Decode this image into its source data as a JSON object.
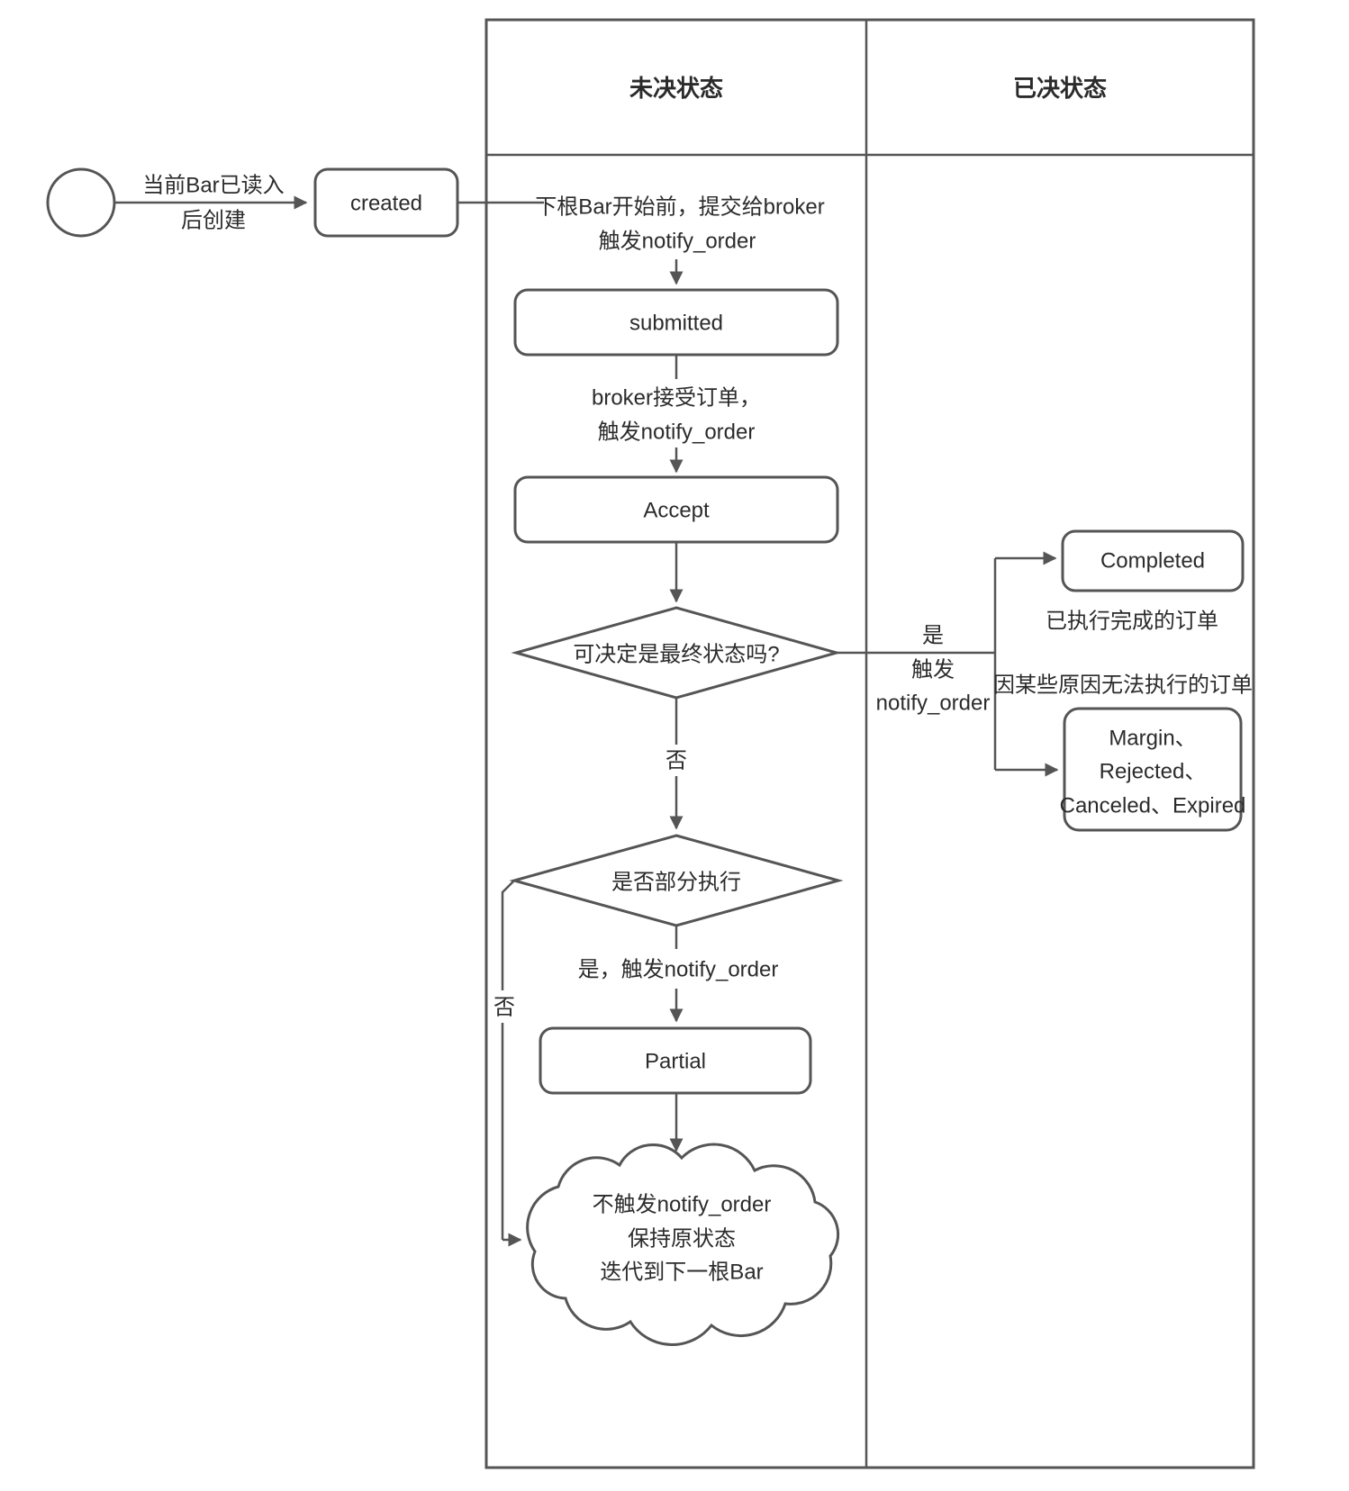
{
  "headers": {
    "pending": "未决状态",
    "decided": "已决状态"
  },
  "start": {
    "line1": "当前Bar已读入",
    "line2": "后创建"
  },
  "nodes": {
    "created": "created",
    "submitted": "submitted",
    "accept": "Accept",
    "partial": "Partial",
    "completed": "Completed",
    "final_group_line1": "Margin、",
    "final_group_line2": "Rejected、",
    "final_group_line3": "Canceled、Expired"
  },
  "decisions": {
    "is_final": "可决定是最终状态吗?",
    "is_partial": "是否部分执行"
  },
  "edge_labels": {
    "submit_line1": "下根Bar开始前，提交给broker",
    "submit_line2": "触发notify_order",
    "accept_line1": "broker接受订单，",
    "accept_line2": "触发notify_order",
    "final_yes_line1": "是",
    "final_yes_line2": "触发",
    "final_yes_line3": "notify_order",
    "final_no": "否",
    "partial_yes": "是，触发notify_order",
    "partial_no": "否"
  },
  "notes": {
    "completed": "已执行完成的订单",
    "unable": "因某些原因无法执行的订单"
  },
  "cloud": {
    "line1": "不触发notify_order",
    "line2": "保持原状态",
    "line3": "迭代到下一根Bar"
  },
  "colors": {
    "stroke": "#555555",
    "text": "#2b2b2b",
    "background": "#ffffff"
  }
}
